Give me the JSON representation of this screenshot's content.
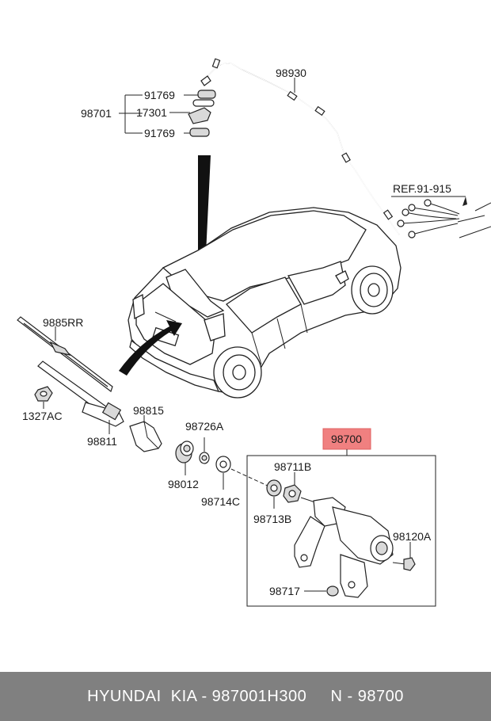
{
  "labels": {
    "hose": "98930",
    "nozzle_group": "98701",
    "nozzle_a": "91769",
    "nozzle_mid": "17301",
    "nozzle_b": "91769",
    "ref": "REF.91-915",
    "blade": "9885RR",
    "nut": "1327AC",
    "arm": "98811",
    "cap": "98815",
    "grommet": "98726A",
    "bushing": "98012",
    "washer": "98714C",
    "motor_assy": "98700",
    "motor_nut": "98711B",
    "motor_washer": "98713B",
    "bolt": "98120A",
    "pad": "98717"
  },
  "highlight_color": "#f08080",
  "footer": {
    "text": "HYUNDAI  KIA - 987001H300     N - 98700"
  }
}
